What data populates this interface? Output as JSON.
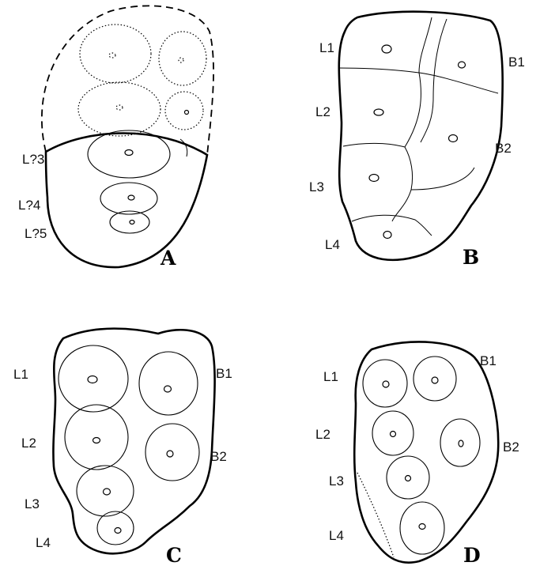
{
  "panels": {
    "A": {
      "letter": "A",
      "labels": {
        "l3": "L?3",
        "l4": "L?4",
        "l5": "L?5"
      }
    },
    "B": {
      "letter": "B",
      "labels": {
        "l1": "L1",
        "l2": "L2",
        "l3": "L3",
        "l4": "L4",
        "b1": "B1",
        "b2": "B2"
      }
    },
    "C": {
      "letter": "C",
      "labels": {
        "l1": "L1",
        "l2": "L2",
        "l3": "L3",
        "l4": "L4",
        "b1": "B1",
        "b2": "B2"
      }
    },
    "D": {
      "letter": "D",
      "labels": {
        "l1": "L1",
        "l2": "L2",
        "l3": "L3",
        "l4": "L4",
        "b1": "B1",
        "b2": "B2"
      }
    }
  }
}
